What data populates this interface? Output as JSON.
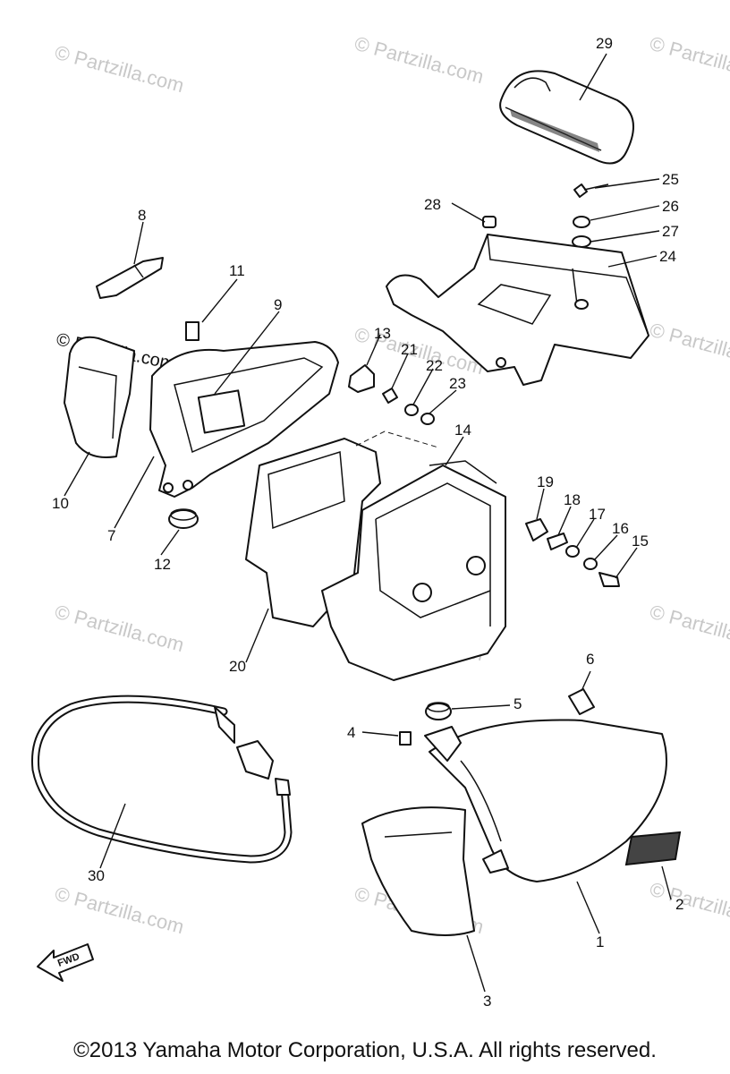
{
  "watermarks": [
    "© Partzilla.com"
  ],
  "parts": [
    {
      "id": "p1",
      "label": "1"
    },
    {
      "id": "p2",
      "label": "2"
    },
    {
      "id": "p3",
      "label": "3"
    },
    {
      "id": "p4",
      "label": "4"
    },
    {
      "id": "p5",
      "label": "5"
    },
    {
      "id": "p6",
      "label": "6"
    },
    {
      "id": "p7",
      "label": "7"
    },
    {
      "id": "p8",
      "label": "8"
    },
    {
      "id": "p9",
      "label": "9"
    },
    {
      "id": "p10",
      "label": "10"
    },
    {
      "id": "p11",
      "label": "11"
    },
    {
      "id": "p12",
      "label": "12"
    },
    {
      "id": "p13",
      "label": "13"
    },
    {
      "id": "p14",
      "label": "14"
    },
    {
      "id": "p15",
      "label": "15"
    },
    {
      "id": "p16",
      "label": "16"
    },
    {
      "id": "p17",
      "label": "17"
    },
    {
      "id": "p18",
      "label": "18"
    },
    {
      "id": "p19",
      "label": "19"
    },
    {
      "id": "p20",
      "label": "20"
    },
    {
      "id": "p21",
      "label": "21"
    },
    {
      "id": "p22",
      "label": "22"
    },
    {
      "id": "p23",
      "label": "23"
    },
    {
      "id": "p24",
      "label": "24"
    },
    {
      "id": "p25",
      "label": "25"
    },
    {
      "id": "p26",
      "label": "26"
    },
    {
      "id": "p27",
      "label": "27"
    },
    {
      "id": "p28",
      "label": "28"
    },
    {
      "id": "p29",
      "label": "29"
    },
    {
      "id": "p30",
      "label": "30"
    }
  ],
  "front_arrow_text": "FWD",
  "copyright": "©2013  Yamaha Motor Corporation, U.S.A. All rights reserved."
}
